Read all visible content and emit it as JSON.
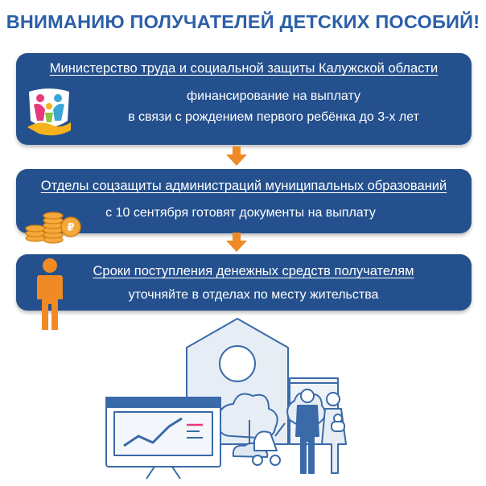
{
  "headline": "ВНИМАНИЮ ПОЛУЧАТЕЛЕЙ ДЕТСКИХ ПОСОБИЙ!",
  "cards": [
    {
      "title": "Министерство труда и социальной защиты Калужской области",
      "lines": [
        "финансирование на выплату",
        "в связи с рождением первого ребёнка до 3-х лет"
      ],
      "icon": "family-logo-icon"
    },
    {
      "title": "Отделы соцзащиты администраций муниципальных образований",
      "lines": [
        "с 10 сентября готовят документы на выплату"
      ],
      "icon": "coins-ruble-icon"
    },
    {
      "title": "Сроки поступления денежных средств получателям",
      "lines": [
        "уточняйте в отделах по месту жительства"
      ],
      "icon": "person-icon"
    }
  ],
  "colors": {
    "card": "#24508e",
    "headline": "#2b5fa8",
    "arrow": "#f08a24",
    "illustration_line": "#3a6aa8",
    "illustration_fill": "#e6edf5"
  }
}
